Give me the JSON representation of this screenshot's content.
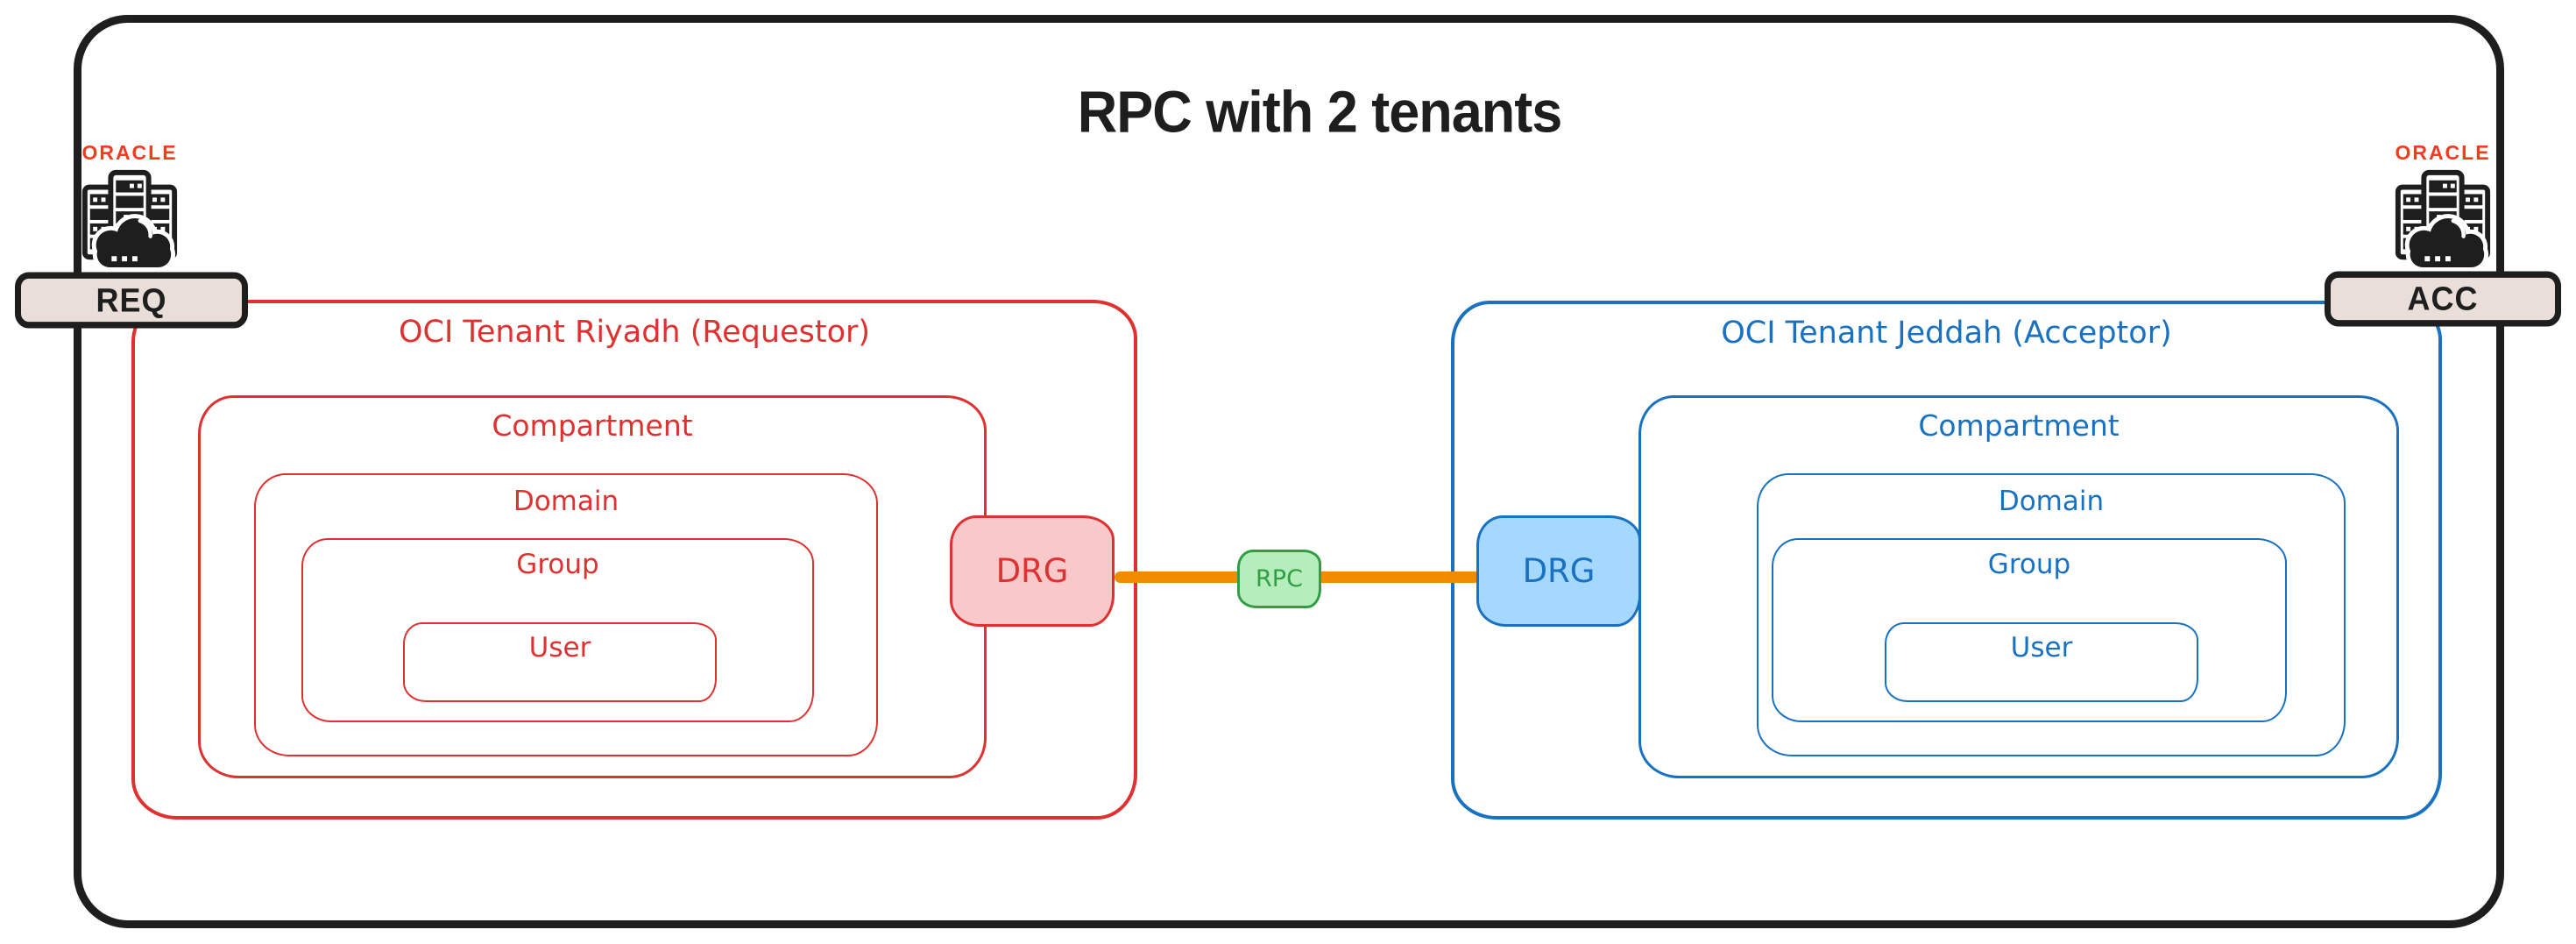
{
  "title": "RPC with 2 tenants",
  "colors": {
    "red": "#e03131",
    "red_fill": "#f9c8cb",
    "blue": "#1971c2",
    "blue_fill": "#a5d8ff",
    "green": "#2f9e44",
    "green_fill": "#b5eebc",
    "orange": "#f08c00",
    "ink": "#1e1e1e",
    "badge_fill": "#e9ded8",
    "oracle_red": "#f23c22"
  },
  "left_provider": {
    "brand": "ORACLE",
    "badge": "REQ",
    "icon": "datacenter-cloud-icon"
  },
  "right_provider": {
    "brand": "ORACLE",
    "badge": "ACC",
    "icon": "datacenter-cloud-icon"
  },
  "left_tenant": {
    "label": "OCI Tenant Riyadh (Requestor)",
    "compartment": "Compartment",
    "domain": "Domain",
    "group": "Group",
    "user": "User",
    "drg": "DRG"
  },
  "right_tenant": {
    "label": "OCI Tenant Jeddah (Acceptor)",
    "compartment": "Compartment",
    "domain": "Domain",
    "group": "Group",
    "user": "User",
    "drg": "DRG"
  },
  "connector": {
    "label": "RPC"
  }
}
